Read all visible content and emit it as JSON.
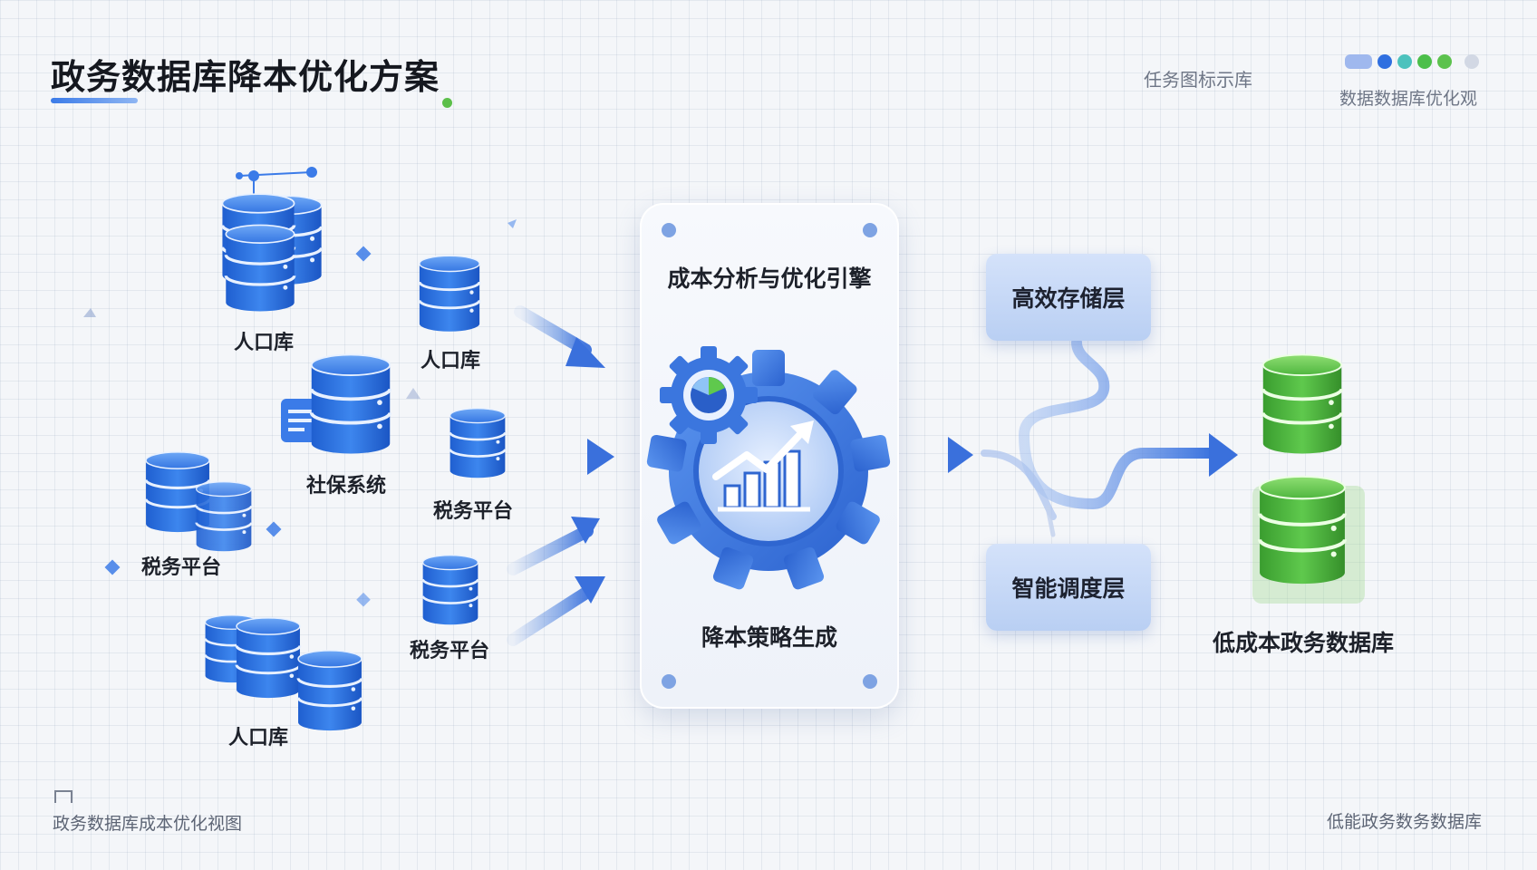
{
  "header": {
    "title": "政务数据库降本优化方案",
    "legend_caption": "任务图标示库",
    "legend_sub": "数据数据库优化观",
    "chip_colors": [
      "#9fb8ee",
      "#2f6fe0",
      "#4cc2bd",
      "#4cbf4a",
      "#5cc24e",
      "#d2d8e4"
    ]
  },
  "sources": {
    "group_a_label": "人口库",
    "group_b_label": "社保系统",
    "group_c_label": "税务平台",
    "group_d_label": "人口库",
    "stream_1_label": "人口库",
    "stream_2_label": "税务平台",
    "stream_3_label": "税务平台"
  },
  "engine": {
    "title": "成本分析与优化引擎",
    "subtitle": "降本策略生成"
  },
  "layers": {
    "storage": "高效存储层",
    "scheduling": "智能调度层"
  },
  "output": {
    "label": "低成本政务数据库"
  },
  "footer": {
    "left": "政务数据库成本优化视图",
    "right": "低能政务数务数据库"
  },
  "colors": {
    "db_blue": "#2f73e0",
    "db_green": "#4cb83f",
    "arrow": "#3f78dd",
    "gear": "#3a74dc"
  }
}
